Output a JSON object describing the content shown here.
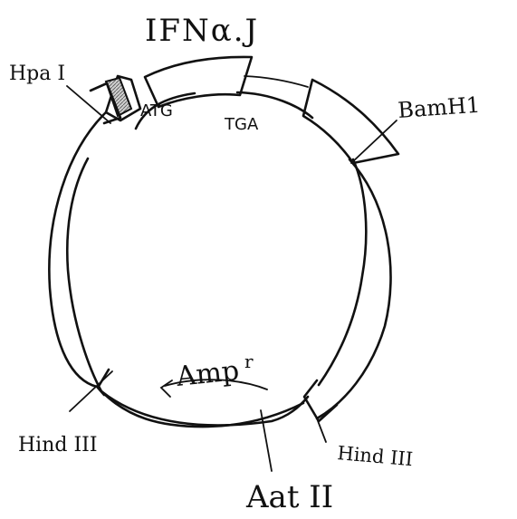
{
  "gene": {
    "label": "IFNα.J",
    "start_codon": "ATG",
    "stop_codon": "TGA"
  },
  "resistance_gene": {
    "label_main": "Amp",
    "label_superscript": "r"
  },
  "restriction_sites": {
    "hpa1": "Hpa I",
    "bamh1": "BamH1",
    "hind3_left": "Hind III",
    "hind3_right": "Hind III",
    "aat2": "Aat II"
  },
  "colors": {
    "ink": "#111111",
    "paper": "#ffffff",
    "hatch": "#888888"
  }
}
